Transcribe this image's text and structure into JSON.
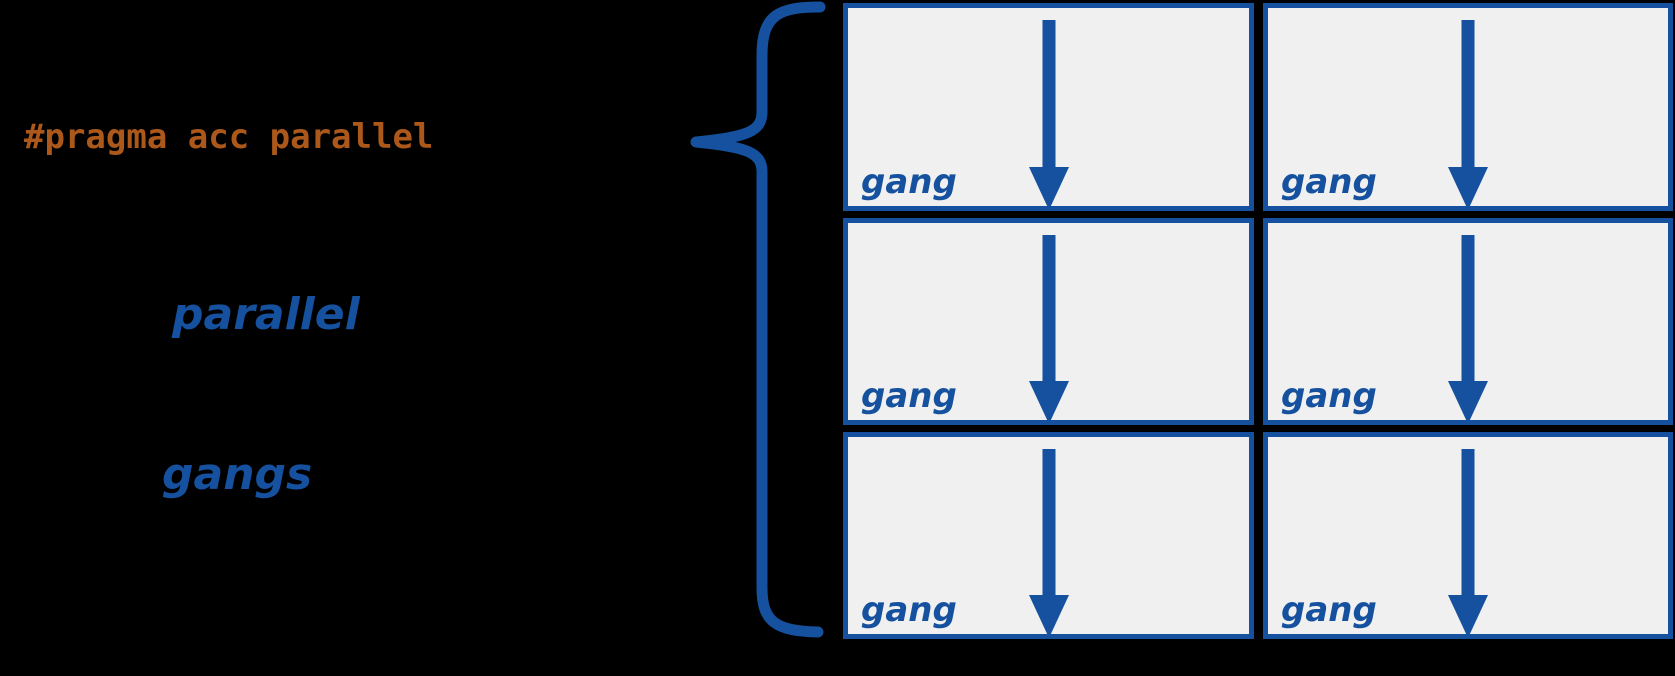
{
  "pragma": {
    "text": "#pragma acc parallel"
  },
  "keywords": {
    "parallel": "parallel",
    "gangs": "gangs"
  },
  "grid": {
    "rows": 3,
    "cols": 2,
    "cells": [
      {
        "label": "gang"
      },
      {
        "label": "gang"
      },
      {
        "label": "gang"
      },
      {
        "label": "gang"
      },
      {
        "label": "gang"
      },
      {
        "label": "gang"
      }
    ]
  },
  "icons": {
    "brace": "left-curly-brace",
    "cell_arrow": "down-arrow"
  },
  "colors": {
    "accent_blue": "#15519e",
    "code_orange": "#ac581b",
    "box_fill": "#f0f0f0",
    "background": "#000000"
  }
}
